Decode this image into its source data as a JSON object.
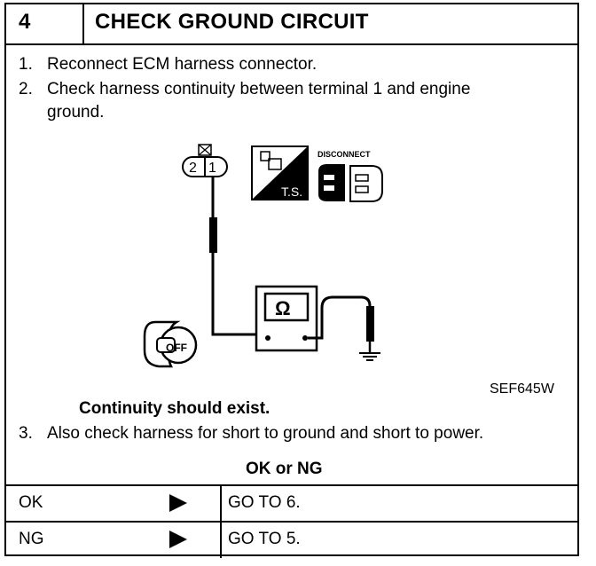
{
  "header": {
    "step_number": "4",
    "title": "CHECK GROUND CIRCUIT"
  },
  "instructions": {
    "item1_num": "1.",
    "item1": "Reconnect ECM harness connector.",
    "item2_num": "2.",
    "item2_line1": "Check harness continuity between terminal 1 and engine",
    "item2_line2": "ground.",
    "item3_num": "3.",
    "item3": "Also check harness for short to ground and short to power."
  },
  "diagram": {
    "connector_pin2": "2",
    "connector_pin1": "1",
    "ts_label": "T.S.",
    "disconnect_label": "DISCONNECT",
    "meter_symbol": "Ω",
    "key_label": "OFF",
    "figure_code": "SEF645W"
  },
  "expectation": "Continuity should exist.",
  "ok_or_ng": "OK or NG",
  "results": [
    {
      "label": "OK",
      "action": "GO TO 6."
    },
    {
      "label": "NG",
      "action": "GO TO 5."
    }
  ]
}
